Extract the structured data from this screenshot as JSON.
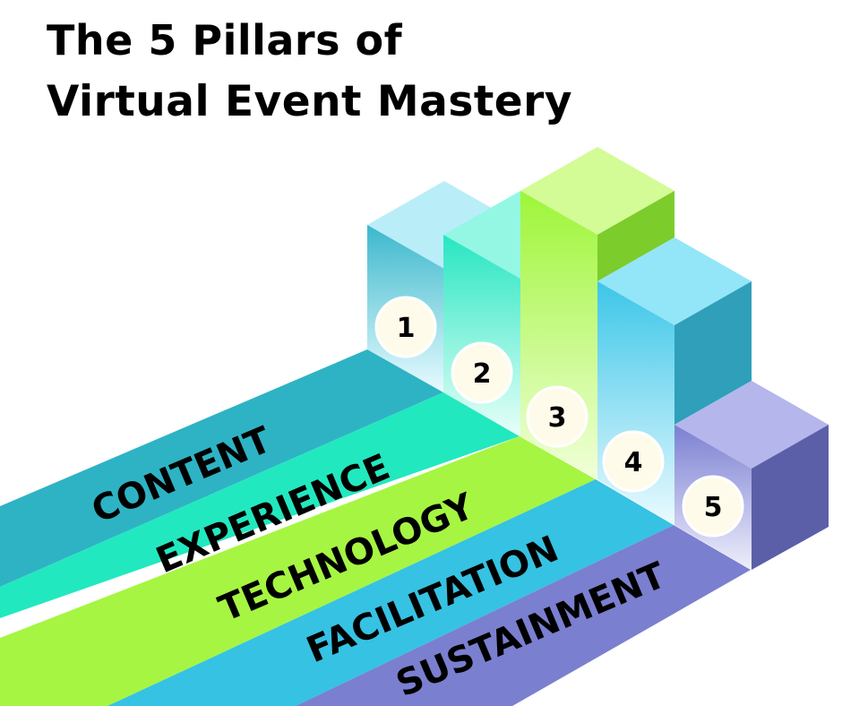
{
  "title": {
    "line1": "The 5 Pillars of",
    "line2": "Virtual Event Mastery"
  },
  "pillars": [
    {
      "number": "1",
      "label": "CONTENT",
      "color": "#2eb3c4"
    },
    {
      "number": "2",
      "label": "EXPERIENCE",
      "color": "#22e8bf"
    },
    {
      "number": "3",
      "label": "TECHNOLOGY",
      "color": "#a6f542"
    },
    {
      "number": "4",
      "label": "FACILITATION",
      "color": "#36c2e3"
    },
    {
      "number": "5",
      "label": "SUSTAINMENT",
      "color": "#7a7fcf"
    }
  ]
}
